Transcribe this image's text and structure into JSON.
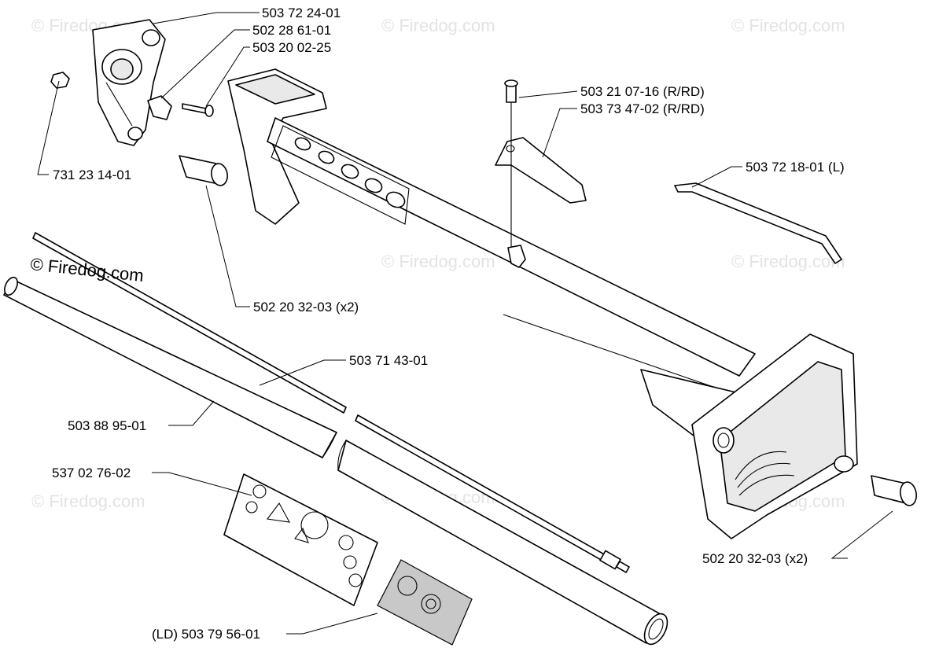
{
  "watermark": "© Firedog.com",
  "watermark_main": "© Firedog.com",
  "callouts": [
    {
      "id": "c1",
      "text": "503 72 24-01"
    },
    {
      "id": "c2",
      "text": "502 28 61-01"
    },
    {
      "id": "c3",
      "text": "503 20 02-25"
    },
    {
      "id": "c4",
      "text": "731 23 14-01"
    },
    {
      "id": "c5",
      "text": "503 21 07-16 (R/RD)"
    },
    {
      "id": "c6",
      "text": "503 73 47-02 (R/RD)"
    },
    {
      "id": "c7",
      "text": "503 72 18-01 (L)"
    },
    {
      "id": "c8",
      "text": "502 20 32-03 (x2)"
    },
    {
      "id": "c9",
      "text": "503 71 43-01"
    },
    {
      "id": "c10",
      "text": "503 88 95-01"
    },
    {
      "id": "c11",
      "text": "537 02 76-02"
    },
    {
      "id": "c12",
      "text": "502 20 32-03 (x2)"
    },
    {
      "id": "c13",
      "text": "(LD) 503 79 56-01"
    }
  ]
}
